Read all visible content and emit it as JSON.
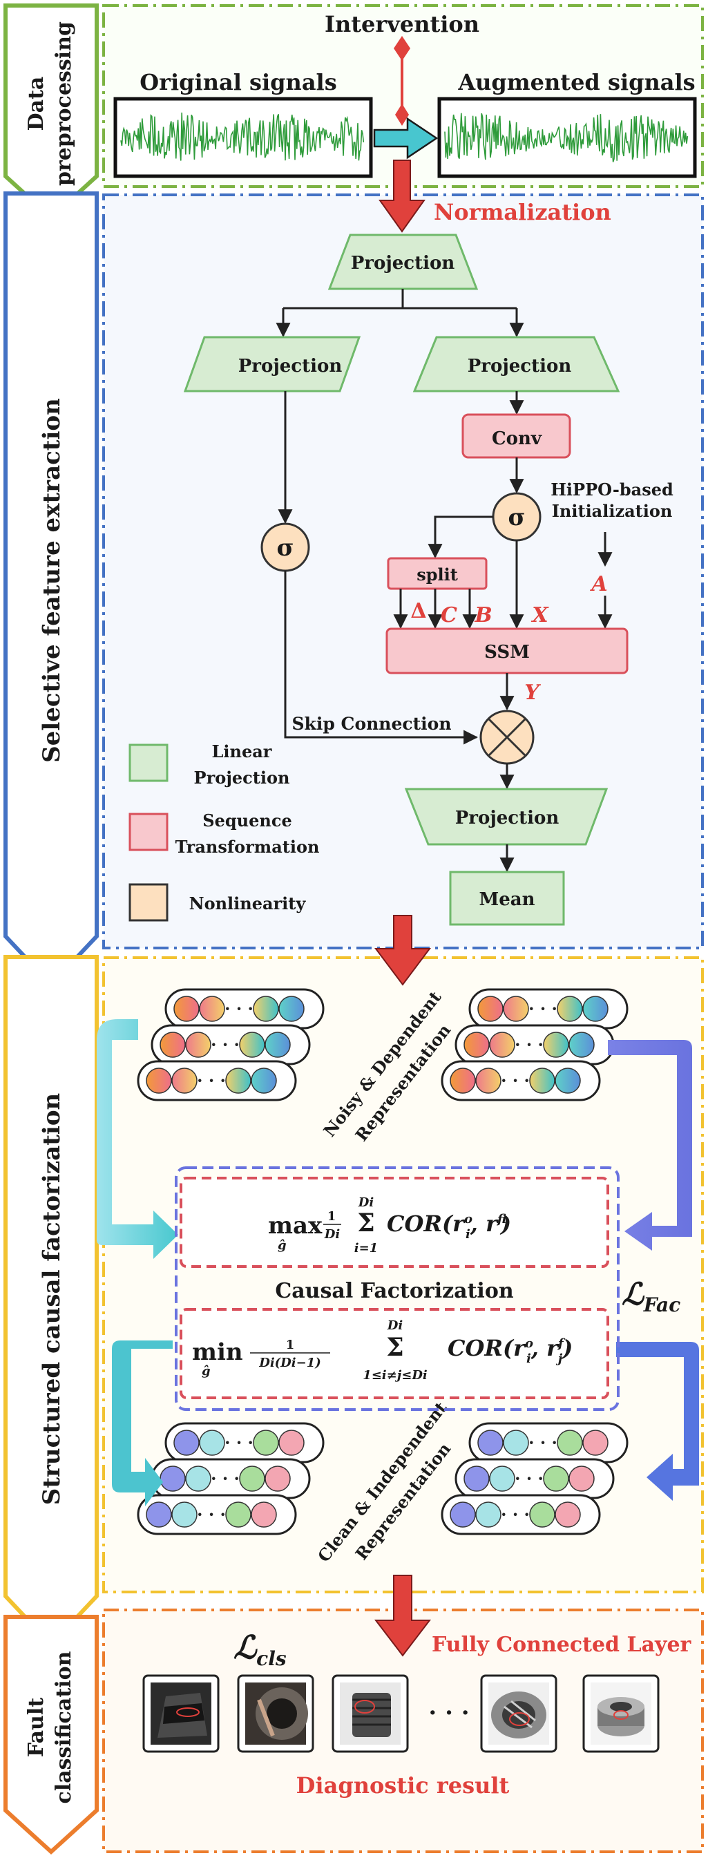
{
  "colors": {
    "green": "#7cb342",
    "blue": "#4472c4",
    "yellow": "#f2c230",
    "orange": "#ec7d2d",
    "red": "#e0413c",
    "linear_fill": "#d7ecd2",
    "linear_stroke": "#6fb96b",
    "seq_fill": "#f8c8cd",
    "seq_stroke": "#d9505b",
    "nonlin_fill": "#fde0bf",
    "nonlin_stroke": "#333333"
  },
  "stages": [
    {
      "id": "data",
      "label_line1": "Data",
      "label_line2": "preprocessing"
    },
    {
      "id": "feature",
      "label_line1": "Selective feature extraction",
      "label_line2": ""
    },
    {
      "id": "causal",
      "label_line1": "Structured causal factorization",
      "label_line2": ""
    },
    {
      "id": "fault",
      "label_line1": "Fault",
      "label_line2": "classification"
    }
  ],
  "preprocessing": {
    "intervention": "Intervention",
    "original": "Original signals",
    "augmented": "Augmented signals"
  },
  "extraction": {
    "normalization": "Normalization",
    "projection": "Projection",
    "conv": "Conv",
    "sigma": "σ",
    "split": "split",
    "ssm": "SSM",
    "hippo_line1": "HiPPO-based",
    "hippo_line2": "Initialization",
    "delta": "Δ",
    "c": "C",
    "b": "B",
    "x": "X",
    "a": "A",
    "y": "Y",
    "skip": "Skip Connection",
    "mean": "Mean",
    "legend": [
      {
        "kind": "linear",
        "line1": "Linear",
        "line2": "Projection"
      },
      {
        "kind": "seq",
        "line1": "Sequence",
        "line2": "Transformation"
      },
      {
        "kind": "nonlin",
        "line1": "Nonlinearity",
        "line2": ""
      }
    ]
  },
  "factorization": {
    "noisy_line1": "Noisy & Dependent",
    "noisy_line2": "Representation",
    "clean_line1": "Clean & Independent",
    "clean_line2": "Representation",
    "title": "Causal Factorization",
    "loss_fac": "ℒFac",
    "eq1": "max (1/Di) Σ_{i=1}^{Di} COR(r_i^o, r_i^f)",
    "eq2": "min 1/(Di(Di−1)) Σ_{1≤i≠j≤Di}^{Di} COR(r_i^o, r_j^f)"
  },
  "classification": {
    "loss_cls": "ℒcls",
    "fc": "Fully Connected Layer",
    "result": "Diagnostic result",
    "ellipsis": "· · ·"
  }
}
